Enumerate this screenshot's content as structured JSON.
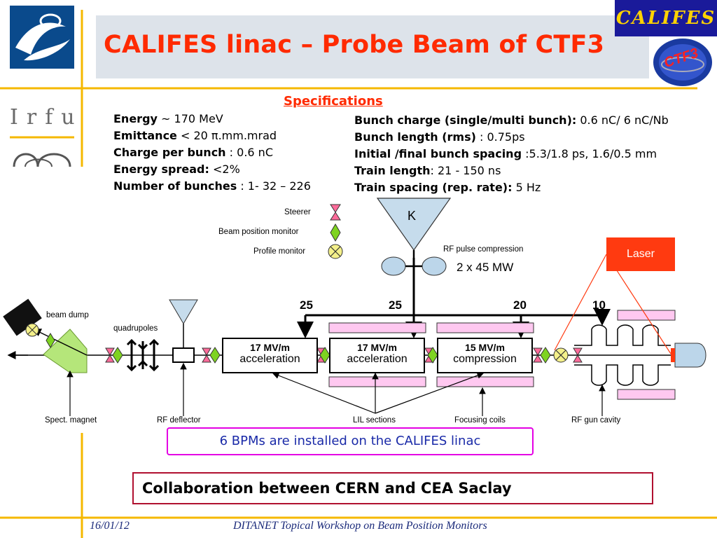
{
  "title": "CALIFES linac – Probe Beam of CTF3",
  "logos": {
    "top_right": "CALIFES",
    "ctf3_badge": "CTF3",
    "irfu": "Irfu"
  },
  "specifications": {
    "heading": "Specifications",
    "left": [
      {
        "label": "Energy",
        "value": " ~ 170 MeV"
      },
      {
        "label": "Emittance",
        "value": " < 20 π.mm.mrad"
      },
      {
        "label": "Charge per bunch",
        "value": " : 0.6 nC"
      },
      {
        "label": "Energy spread:",
        "value": " <2%"
      },
      {
        "label": "Number of bunches",
        "value": " : 1- 32 – 226"
      }
    ],
    "right": [
      {
        "label": "Bunch charge (single/multi bunch):",
        "value": " 0.6 nC/ 6 nC/Nb"
      },
      {
        "label": "Bunch length (rms)",
        "value": " : 0.75ps"
      },
      {
        "label": "Initial /final bunch spacing",
        "value": " :5.3/1.8 ps, 1.6/0.5 mm"
      },
      {
        "label": "Train length",
        "value": ": 21 - 150 ns"
      },
      {
        "label": "Train spacing (rep. rate):",
        "value": " 5 Hz"
      }
    ]
  },
  "legend": {
    "steerer": "Steerer",
    "bpm": "Beam position monitor",
    "profile": "Profile monitor"
  },
  "diagram": {
    "klystron": "K",
    "rf_pulse_compression": "RF pulse compression",
    "power": "2 x 45 MW",
    "laser": "Laser",
    "beam_dump": "beam dump",
    "quadrupoles": "quadrupoles",
    "power_splits": [
      "25",
      "25",
      "20",
      "10"
    ],
    "sections": [
      {
        "gradient": "17 MV/m",
        "role": "acceleration"
      },
      {
        "gradient": "17 MV/m",
        "role": "acceleration"
      },
      {
        "gradient": "15 MV/m",
        "role": "compression"
      }
    ],
    "bottom_labels": {
      "spect_magnet": "Spect. magnet",
      "rf_deflector": "RF deflector",
      "lil_sections": "LIL sections",
      "focusing_coils": "Focusing coils",
      "rf_gun_cavity": "RF gun cavity"
    }
  },
  "bpm_note": "6 BPMs are installed on the CALIFES linac",
  "collaboration": "Collaboration between CERN and CEA Saclay",
  "footer": {
    "date": "16/01/12",
    "event": "DITANET Topical Workshop on Beam Position Monitors"
  },
  "colors": {
    "title_red": "#ff2a00",
    "slide_gold": "#f5b800",
    "laser": "#ff3a10",
    "coil_pink": "#ffc8f0",
    "bpm_green": "#7ed321",
    "note_blue": "#1a2aa8"
  }
}
